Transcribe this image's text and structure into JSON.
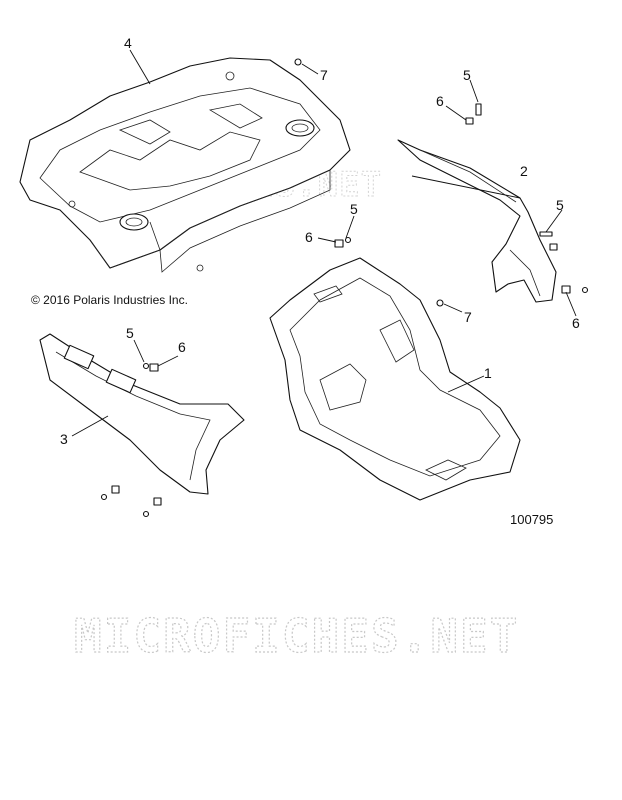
{
  "copyright": "© 2016 Polaris Industries Inc.",
  "reference_number": "100795",
  "watermark": "MICROFICHES.NET",
  "callouts": [
    "4",
    "7",
    "5",
    "6",
    "2",
    "5",
    "6",
    "5",
    "6",
    "7",
    "1",
    "5",
    "6",
    "3"
  ]
}
